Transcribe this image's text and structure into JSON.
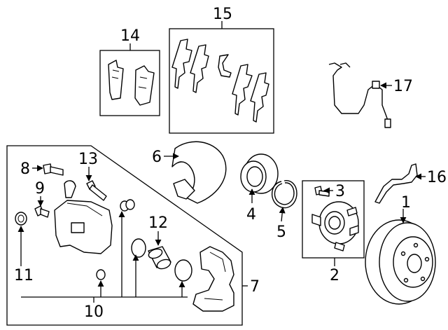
{
  "diagram": {
    "callouts": {
      "c1": "1",
      "c2": "2",
      "c3": "3",
      "c4": "4",
      "c5": "5",
      "c6": "6",
      "c7": "7",
      "c8": "8",
      "c9": "9",
      "c10": "10",
      "c11": "11",
      "c12": "12",
      "c13": "13",
      "c14": "14",
      "c15": "15",
      "c16": "16",
      "c17": "17"
    },
    "parts": [
      "brake-rotor",
      "wheel-hub-assembly",
      "hub-bolt",
      "wheel-bearing",
      "snap-ring",
      "dust-shield",
      "caliper-bracket",
      "bleeder-screw",
      "guide-pin-bolt",
      "boot",
      "bleeder-cap",
      "caliper-piston",
      "guide-pin",
      "brake-pad-set",
      "pad-hardware-kit",
      "abs-sensor-bracket",
      "brake-hose"
    ]
  }
}
